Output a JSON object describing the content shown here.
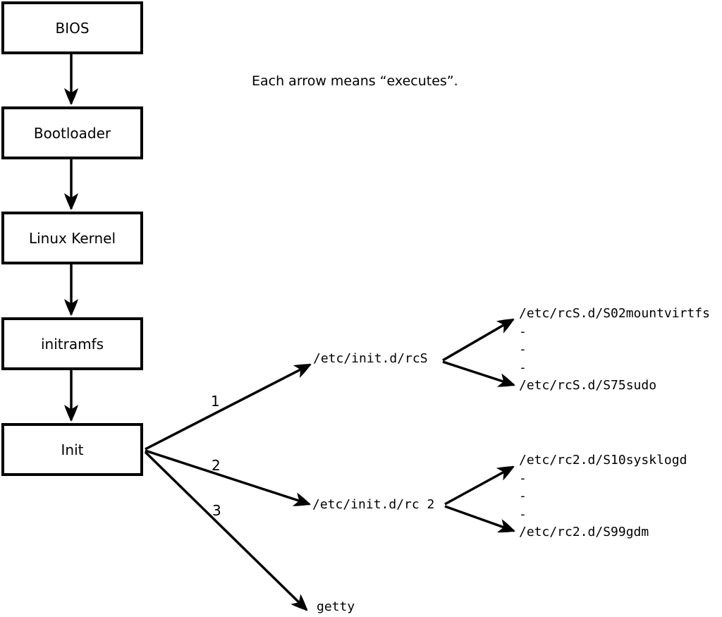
{
  "caption": "Each arrow means “executes”.",
  "colors": {
    "ink": "#000000",
    "background": "#ffffff"
  },
  "chain": [
    {
      "label": "BIOS"
    },
    {
      "label": "Bootloader"
    },
    {
      "label": "Linux Kernel"
    },
    {
      "label": "initramfs"
    },
    {
      "label": "Init"
    }
  ],
  "branches": [
    {
      "number": "1",
      "target": "/etc/init.d/rcS",
      "children": [
        "/etc/rcS.d/S02mountvirtfs",
        "-",
        "-",
        "-",
        "/etc/rcS.d/S75sudo"
      ]
    },
    {
      "number": "2",
      "target": "/etc/init.d/rc 2",
      "children": [
        "/etc/rc2.d/S10sysklogd",
        "-",
        "-",
        "-",
        "/etc/rc2.d/S99gdm"
      ]
    },
    {
      "number": "3",
      "target": "getty",
      "children": []
    }
  ]
}
